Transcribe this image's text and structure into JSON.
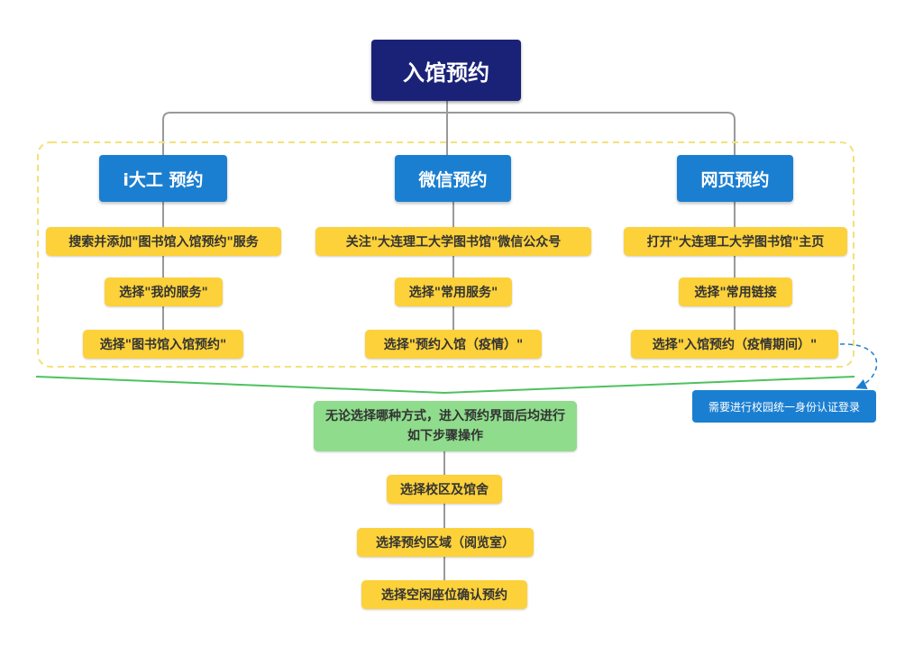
{
  "root": {
    "title": "入馆预约"
  },
  "methods": [
    {
      "title": "i大工 预约",
      "steps": [
        "搜索并添加\"图书馆入馆预约\"服务",
        "选择\"我的服务\"",
        "选择\"图书馆入馆预约\""
      ]
    },
    {
      "title": "微信预约",
      "steps": [
        "关注\"大连理工大学图书馆\"微信公众号",
        "选择\"常用服务\"",
        "选择\"预约入馆（疫情）\""
      ]
    },
    {
      "title": "网页预约",
      "steps": [
        "打开\"大连理工大学图书馆\"主页",
        "选择\"常用链接",
        "选择\"入馆预约（疫情期间）\""
      ]
    }
  ],
  "note": "需要进行校园统一身份认证登录",
  "common": {
    "title": "无论选择哪种方式，进入预约界面后均进行如下步骤操作",
    "steps": [
      "选择校区及馆舍",
      "选择预约区域（阅览室）",
      "选择空闲座位确认预约"
    ]
  },
  "colors": {
    "root": "#1a2278",
    "method": "#1b7fd1",
    "step": "#fcd13a",
    "common": "#8fdc8c",
    "group_border": "#f3e27a",
    "connector": "#999999",
    "merge_line": "#4cc25e"
  }
}
